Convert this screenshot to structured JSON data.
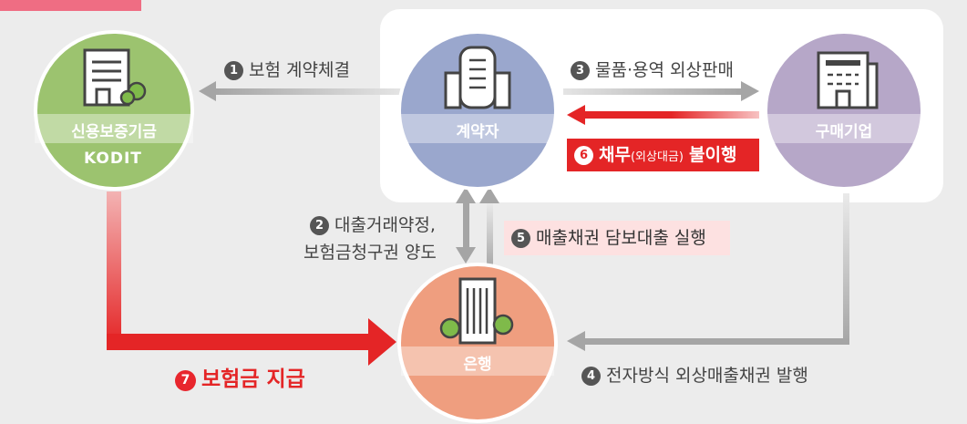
{
  "nodes": {
    "guarantee_fund": {
      "label": "신용보증기금",
      "logo": "KODIT"
    },
    "contractor": {
      "label": "계약자"
    },
    "buyer": {
      "label": "구매기업"
    },
    "bank": {
      "label": "은행"
    }
  },
  "steps": {
    "s1": {
      "num": "1",
      "text": "보험 계약체결"
    },
    "s2": {
      "num": "2",
      "line1": "대출거래약정,",
      "line2": "보험금청구권 양도"
    },
    "s3": {
      "num": "3",
      "text": "물품·용역 외상판매"
    },
    "s4": {
      "num": "4",
      "text": "전자방식 외상매출채권 발행"
    },
    "s5": {
      "num": "5",
      "text": "매출채권 담보대출 실행"
    },
    "s6": {
      "num": "6",
      "prefix": "채무",
      "small": "(외상대금)",
      "suffix": "불이행"
    },
    "s7": {
      "num": "7",
      "text": "보험금 지급"
    }
  },
  "colors": {
    "green": "#9cc36f",
    "blue": "#9aa7cd",
    "purple": "#b6a7c8",
    "orange": "#ef9e7f",
    "red": "#e42526",
    "gray_arrow": "#a5a5a5"
  }
}
